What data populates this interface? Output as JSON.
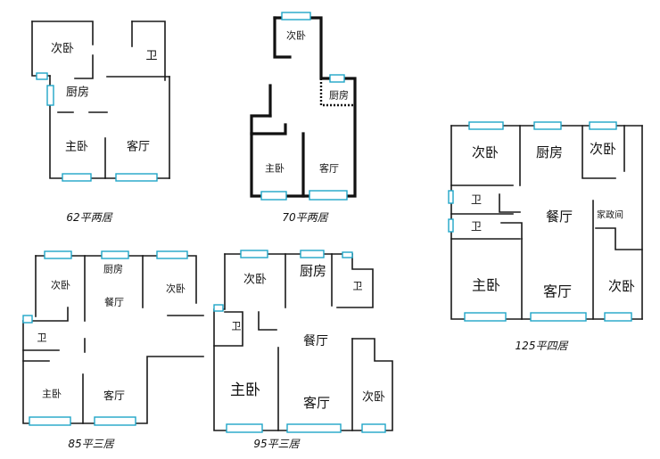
{
  "plans": [
    {
      "caption": "62平两居",
      "rooms": {
        "bedroom2": "次卧",
        "bath": "卫",
        "kitchen": "厨房",
        "master": "主卧",
        "living": "客厅"
      }
    },
    {
      "caption": "70平两居",
      "rooms": {
        "bedroom2": "次卧",
        "kitchen": "厨房",
        "master": "主卧",
        "living": "客厅"
      }
    },
    {
      "caption": "125平四居",
      "rooms": {
        "bedroom2": "次卧",
        "kitchen": "厨房",
        "bedroom3": "次卧",
        "bath1": "卫",
        "bath2": "卫",
        "dining": "餐厅",
        "storage": "家政间",
        "master": "主卧",
        "living": "客厅",
        "bedroom4": "次卧"
      }
    },
    {
      "caption": "85平三居",
      "rooms": {
        "bedroom2": "次卧",
        "kitchen": "厨房",
        "dining": "餐厅",
        "bedroom3": "次卧",
        "bath": "卫",
        "master": "主卧",
        "living": "客厅"
      }
    },
    {
      "caption": "95平三居",
      "rooms": {
        "bedroom2": "次卧",
        "kitchen": "厨房",
        "bath1": "卫",
        "bath2": "卫",
        "dining": "餐厅",
        "master": "主卧",
        "living": "客厅",
        "bedroom3": "次卧"
      }
    }
  ]
}
